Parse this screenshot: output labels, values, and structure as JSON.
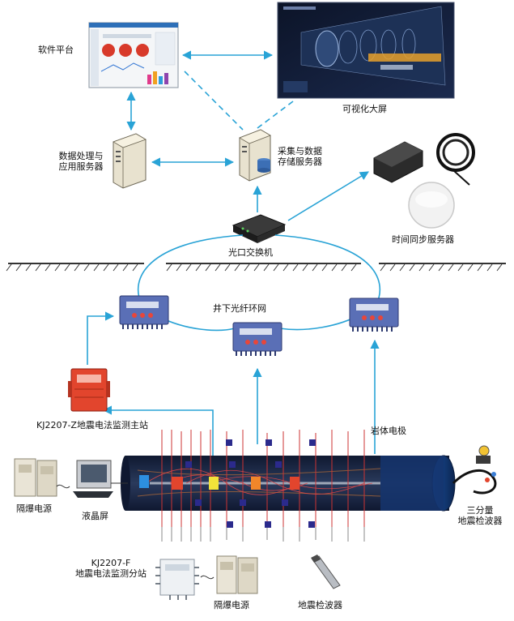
{
  "labels": {
    "software_platform": "软件平台",
    "big_screen": "可视化大屏",
    "app_server_line1": "数据处理与",
    "app_server_line2": "应用服务器",
    "storage_server_line1": "采集与数据",
    "storage_server_line2": "存储服务器",
    "time_sync_server": "时间同步服务器",
    "optical_switch": "光口交换机",
    "fiber_ring": "井下光纤环网",
    "main_station": "KJ2207-Z地震电法监测主站",
    "rock_electrode": "岩体电极",
    "explosion_power_left": "隔爆电源",
    "lcd_screen": "液晶屏",
    "geophone_3c_line1": "三分量",
    "geophone_3c_line2": "地震检波器",
    "substation_line1": "KJ2207-F",
    "substation_line2": "地震电法监测分站",
    "explosion_power_bottom": "隔爆电源",
    "geophone": "地震检波器"
  },
  "colors": {
    "link_blue": "#29a3d6",
    "switch_box": "#5a6fb6",
    "main_station_red": "#e2452d",
    "tunnel_dark": "#1e2a44",
    "ground_hatch": "#333333",
    "geophone_purple": "#2b2a8c"
  }
}
